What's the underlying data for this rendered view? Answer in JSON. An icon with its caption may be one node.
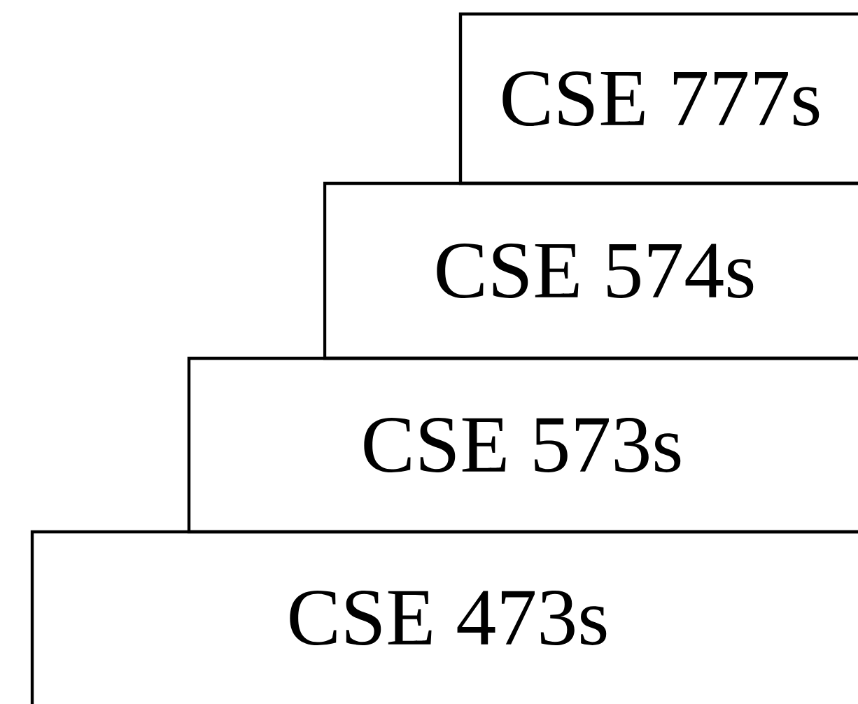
{
  "diagram": {
    "nodes": [
      {
        "text": [
          "CSE 777s"
        ]
      },
      {
        "text": [
          "CSE 574s"
        ]
      },
      {
        "text": [
          "CSE 573s"
        ]
      },
      {
        "text": [
          "CSE 473s"
        ]
      }
    ]
  }
}
